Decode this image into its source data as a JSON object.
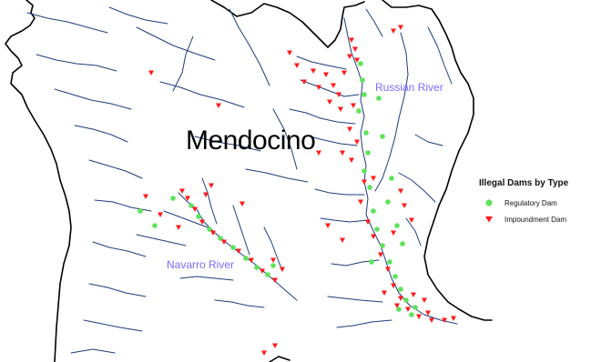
{
  "county_label": "Mendocino",
  "rivers": {
    "russian": "Russian River",
    "navarro": "Navarro River"
  },
  "legend": {
    "title": "Illegal Dams by Type",
    "items": [
      {
        "label": "Regulatory Dam",
        "symbol": "green-circle",
        "color": "#5ee35a"
      },
      {
        "label": "Impoundment Dam",
        "symbol": "red-triangle",
        "color": "#ff1a1a"
      }
    ]
  },
  "colors": {
    "river_line": "#1e3c7a",
    "boundary": "#000000",
    "river_label": "#7b6cff",
    "regulatory": "#5ee35a",
    "impoundment": "#ff1a1a",
    "background": "#ffffff"
  }
}
